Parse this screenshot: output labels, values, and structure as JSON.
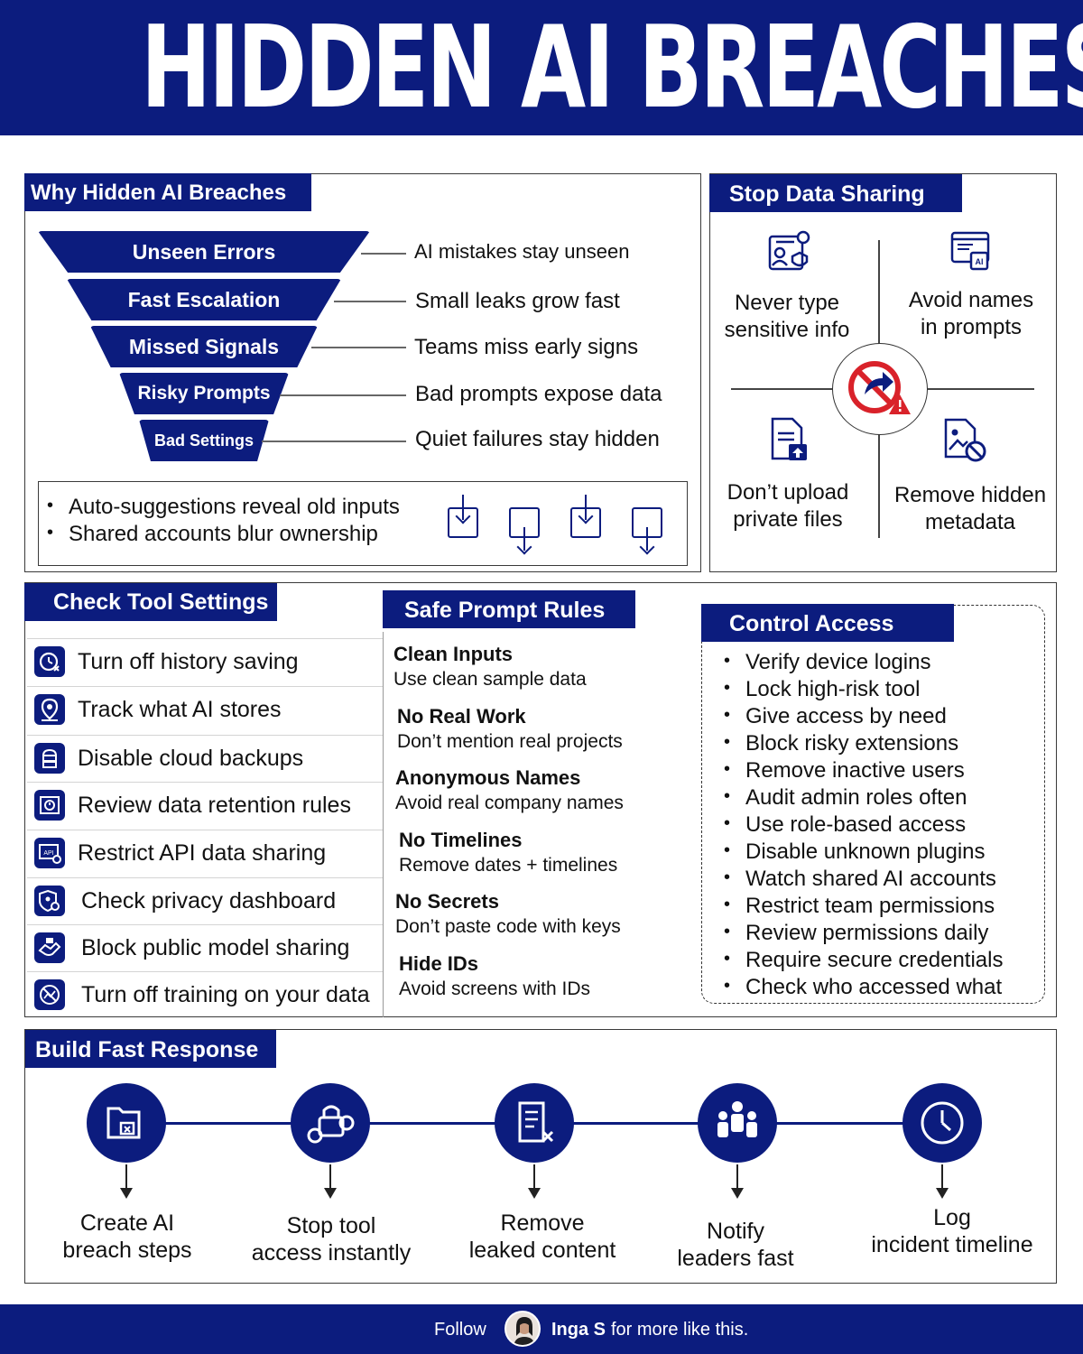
{
  "header": {
    "title": "HIDDEN AI BREACHES"
  },
  "why": {
    "tag": "Why Hidden AI Breaches",
    "funnel": [
      {
        "label": "Unseen Errors",
        "cause": "AI mistakes stay unseen"
      },
      {
        "label": "Fast Escalation",
        "cause": "Small leaks grow fast"
      },
      {
        "label": "Missed Signals",
        "cause": "Teams miss early signs"
      },
      {
        "label": "Risky Prompts",
        "cause": "Bad prompts expose data"
      },
      {
        "label": "Bad Settings",
        "cause": "Quiet failures stay hidden"
      }
    ],
    "bullets": [
      "Auto-suggestions reveal old inputs",
      "Shared accounts blur ownership"
    ]
  },
  "stop": {
    "tag": "Stop Data Sharing",
    "items": [
      {
        "line1": "Never type",
        "line2": "sensitive info"
      },
      {
        "line1": "Avoid names",
        "line2": "in prompts"
      },
      {
        "line1": "Don’t upload",
        "line2": "private files"
      },
      {
        "line1": "Remove hidden",
        "line2": "metadata"
      }
    ]
  },
  "settings": {
    "tag": "Check Tool Settings",
    "items": [
      "Turn off history saving",
      "Track what AI stores",
      "Disable cloud backups",
      "Review data retention rules",
      "Restrict API data sharing",
      "Check privacy dashboard",
      "Block public model sharing",
      "Turn off training on your data"
    ]
  },
  "rules": {
    "tag": "Safe Prompt Rules",
    "items": [
      {
        "title": "Clean Inputs",
        "desc": "Use clean sample data"
      },
      {
        "title": "No Real Work",
        "desc": "Don’t mention real projects"
      },
      {
        "title": "Anonymous Names",
        "desc": "Avoid real company names"
      },
      {
        "title": "No Timelines",
        "desc": "Remove dates + timelines"
      },
      {
        "title": "No Secrets",
        "desc": "Don’t paste code with keys"
      },
      {
        "title": "Hide IDs",
        "desc": "Avoid screens with IDs"
      }
    ]
  },
  "access": {
    "tag": "Control Access",
    "items": [
      "Verify device logins",
      "Lock high-risk tool",
      "Give access by need",
      "Block risky extensions",
      "Remove inactive users",
      "Audit admin roles often",
      "Use role-based access",
      "Disable unknown plugins",
      "Watch shared AI accounts",
      "Restrict team permissions",
      "Review permissions daily",
      "Require secure credentials",
      "Check who accessed what"
    ]
  },
  "response": {
    "tag": "Build Fast Response",
    "steps": [
      {
        "line1": "Create AI",
        "line2": "breach steps"
      },
      {
        "line1": "Stop tool",
        "line2": "access instantly"
      },
      {
        "line1": "Remove",
        "line2": "leaked content"
      },
      {
        "line1": "Notify",
        "line2": "leaders fast"
      },
      {
        "line1": "Log",
        "line2": "incident timeline"
      }
    ]
  },
  "footer": {
    "follow": "Follow",
    "name": "Inga S",
    "suffix": "for more like this."
  },
  "colors": {
    "navy": "#0c1c7e",
    "alert": "#d9222a"
  }
}
